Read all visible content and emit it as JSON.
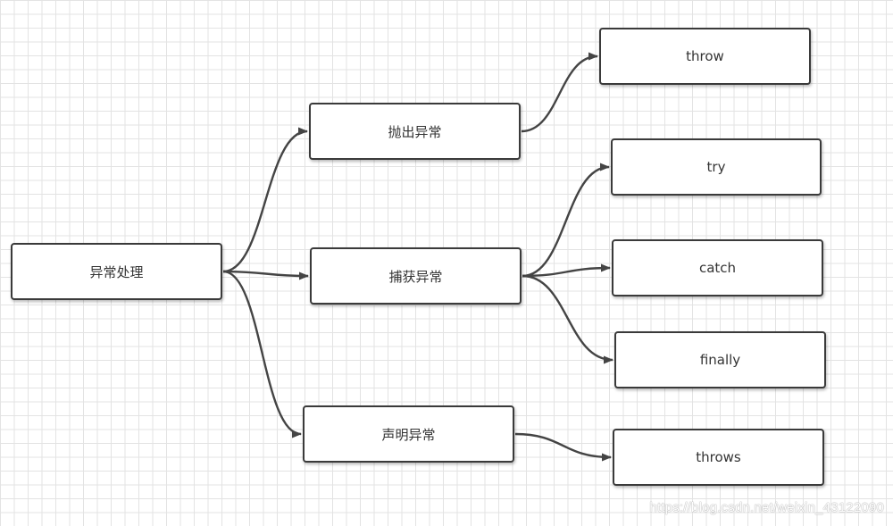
{
  "diagram": {
    "nodes": {
      "root": "异常处理",
      "throw_exception": "抛出异常",
      "catch_exception": "捕获异常",
      "declare_exception": "声明异常",
      "throw": "throw",
      "try": "try",
      "catch": "catch",
      "finally": "finally",
      "throws": "throws"
    },
    "edges": [
      {
        "from": "root",
        "to": "throw_exception"
      },
      {
        "from": "root",
        "to": "catch_exception"
      },
      {
        "from": "root",
        "to": "declare_exception"
      },
      {
        "from": "throw_exception",
        "to": "throw"
      },
      {
        "from": "catch_exception",
        "to": "try"
      },
      {
        "from": "catch_exception",
        "to": "catch"
      },
      {
        "from": "catch_exception",
        "to": "finally"
      },
      {
        "from": "declare_exception",
        "to": "throws"
      }
    ],
    "colors": {
      "edge": "#444444",
      "node_border": "#3a3a3a",
      "grid": "#e3e3e3"
    }
  },
  "watermark": "https://blog.csdn.net/weixin_43122090"
}
